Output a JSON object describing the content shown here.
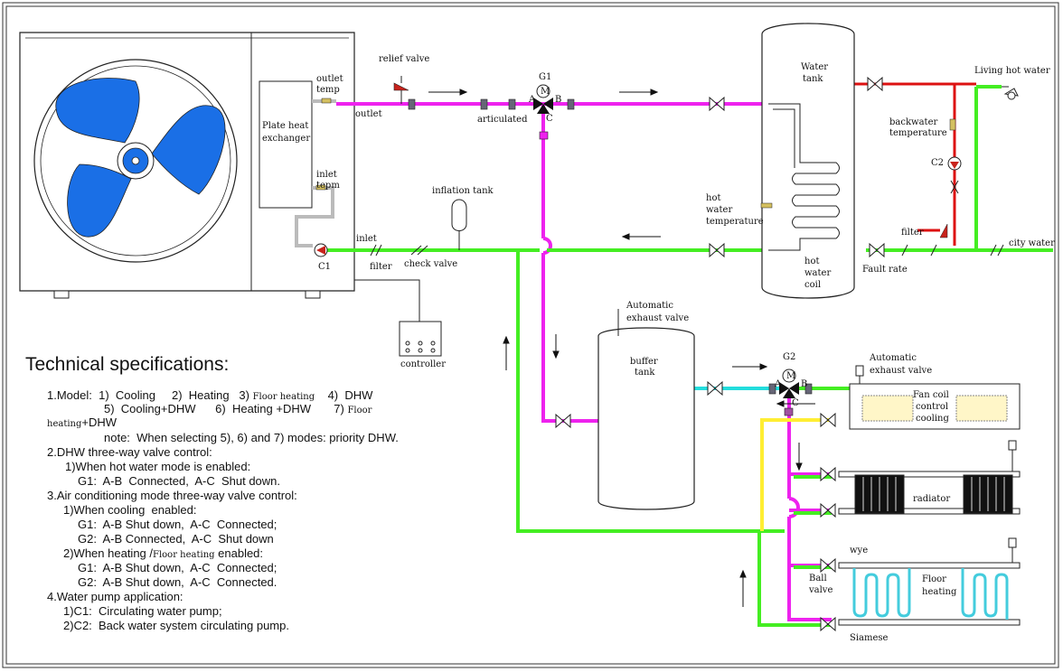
{
  "labels": {
    "outlet_temp": [
      "outlet",
      "temp"
    ],
    "outlet": "outlet",
    "plate_heat_exchanger": [
      "Plate heat",
      "exchanger"
    ],
    "inlet_temp": [
      "inlet",
      "tepm"
    ],
    "inlet": "inlet",
    "c1": "C1",
    "filter1": "filter",
    "check_valve": "check valve",
    "inflation_tank": "inflation tank",
    "controller": "controller",
    "relief_valve": "relief valve",
    "g1": "G1",
    "articulated": "articulated",
    "water_tank": [
      "Water",
      "tank"
    ],
    "hot_water_temperature": [
      "hot",
      "water",
      "temperature"
    ],
    "hot_water_coil": [
      "hot",
      "water",
      "coil"
    ],
    "living_hot_water": "Living hot water",
    "backwater_temperature": [
      "backwater",
      "temperature"
    ],
    "c2": "C2",
    "filter2": "filter",
    "fault_rate": "Fault rate",
    "city_water": "city water",
    "auto_exhaust_buffer": [
      "Automatic",
      "exhaust valve"
    ],
    "buffer_tank": [
      "buffer",
      "tank"
    ],
    "g2": "G2",
    "auto_exhaust_fan": [
      "Automatic",
      "exhaust valve"
    ],
    "fan_coil": "Fan coil",
    "fan_control": "control",
    "fan_cooling": "cooling",
    "radiator": "radiator",
    "wye": "wye",
    "ball_valve": [
      "Ball",
      "valve"
    ],
    "floor_heating": [
      "Floor",
      "heating"
    ],
    "siamese": "Siamese",
    "port_a": "A",
    "port_b": "B",
    "port_c": "C",
    "motor": "M"
  },
  "specs": {
    "title": "Technical specifications:",
    "model_prefix": "1.Model:  1)  Cooling     2)  Heating   3) ",
    "model_floor1": "Floor heating",
    "model_dhw": "    4)  DHW",
    "model_line2a": "5)  Cooling+DHW      6)  Heating +DHW       7) ",
    "model_floor2": "Floor",
    "model_line3_small": "heating",
    "model_line3": "+DHW",
    "note": "note:  When selecting 5), 6) and 7) modes: priority DHW.",
    "dhw_title": "2.DHW three-way valve control:",
    "dhw_when": "1)When hot water mode is enabled:",
    "dhw_g1": "G1:  A-B  Connected,  A-C  Shut down.",
    "ac_title": "3.Air conditioning mode three-way valve control:",
    "cool_when": "1)When cooling  enabled:",
    "cool_g1": "G1:  A-B Shut down,  A-C  Connected;",
    "cool_g2": "G2:  A-B Connected,  A-C  Shut down",
    "heat_when_a": "2)When heating /",
    "heat_when_small": "Floor heating",
    "heat_when_b": " enabled:",
    "heat_g1": "G1:  A-B Shut down,  A-C  Connected;",
    "heat_g2": "G2:  A-B Shut down,  A-C  Connected.",
    "pump_title": "4.Water pump application:",
    "pump_c1": "1)C1:  Circulating water pump;",
    "pump_c2": "2)C2:  Back water system circulating pump."
  },
  "colors": {
    "hot_line": "#ee22ee",
    "return_line": "#44ee22",
    "cold_line": "#22dddd",
    "yellow_line": "#ffee33",
    "red_line": "#dd1111",
    "fan_blue": "#1a6fe6"
  }
}
